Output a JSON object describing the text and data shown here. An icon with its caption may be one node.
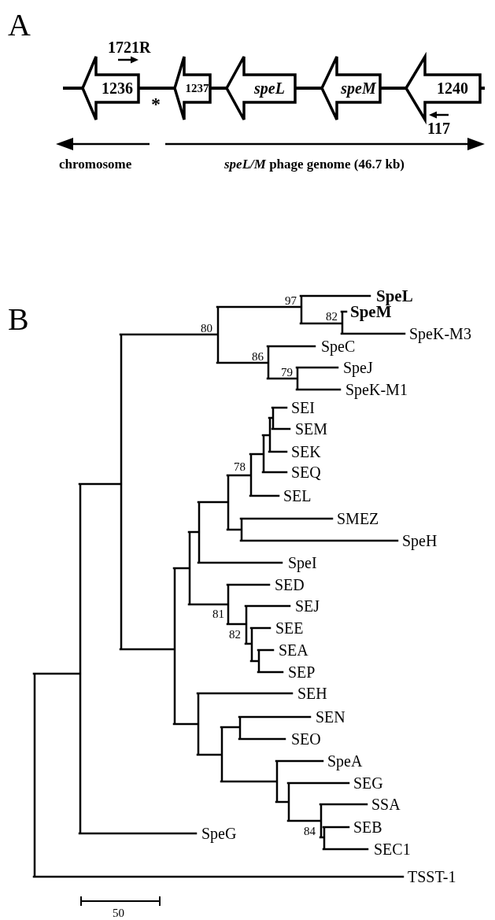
{
  "diagram": {
    "nodes": [
      {
        "text": [
          "1236"
        ]
      },
      {
        "text": [
          "1237"
        ]
      },
      {
        "text": [
          "*speL*"
        ]
      },
      {
        "text": [
          "*speM*"
        ]
      },
      {
        "text": [
          "1240"
        ]
      }
    ],
    "edges": [
      {
        "from": null,
        "to": 0,
        "arrow": "none"
      },
      {
        "from": 0,
        "to": 1,
        "arrow": "none"
      },
      {
        "from": 1,
        "to": 2,
        "arrow": "none"
      },
      {
        "from": 2,
        "to": 3,
        "arrow": "none"
      },
      {
        "from": 3,
        "to": 4,
        "arrow": "none"
      },
      {
        "from": 4,
        "to": null,
        "arrow": "none"
      }
    ],
    "labels": [
      "A",
      "1721R",
      "*",
      "117",
      "chromosome",
      "*speL/M* phage genome (46.7 kb)",
      "B",
      "97",
      "SpeL",
      "82",
      "SpeM",
      "SpeK-M3",
      "80",
      "86",
      "SpeC",
      "79",
      "SpeJ",
      "SpeK-M1",
      "SEI",
      "SEM",
      "SEK",
      "78",
      "SEQ",
      "SEL",
      "SMEZ",
      "SpeH",
      "SpeI",
      "SED",
      "81",
      "SEJ",
      "82",
      "SEE",
      "SEA",
      "SEP",
      "SEH",
      "SEN",
      "SEO",
      "SpeA",
      "SEG",
      "SSA",
      "84",
      "SEB",
      "SEC1",
      "SpeG",
      "TSST-1",
      "50"
    ]
  }
}
